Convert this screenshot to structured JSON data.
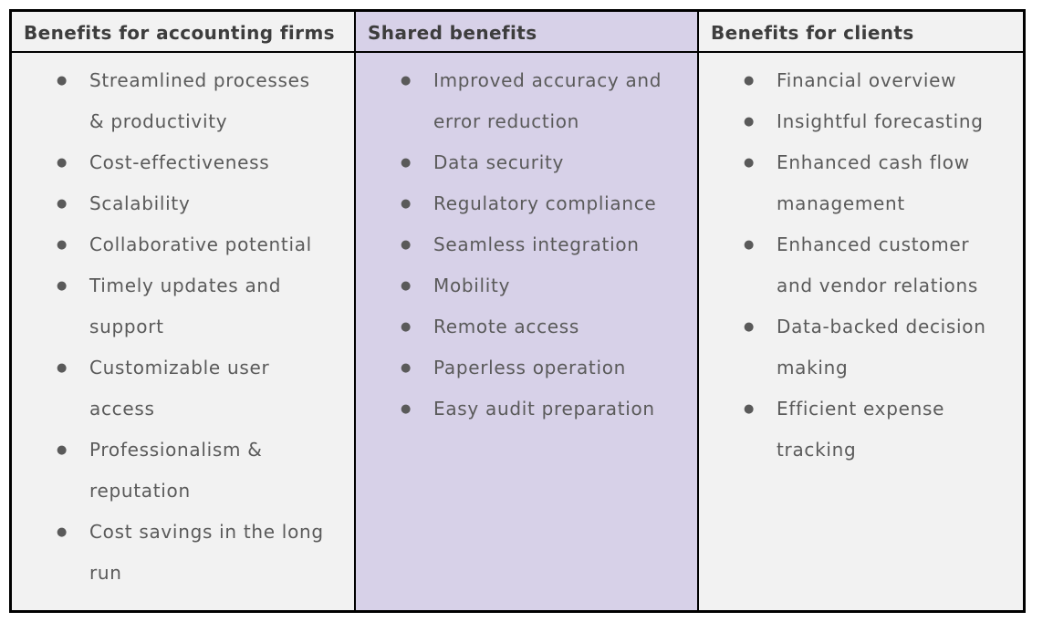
{
  "page": {
    "background": "#ffffff"
  },
  "icons": {
    "bullet": "●"
  },
  "table": {
    "colors": {
      "gray_bg": "#f2f2f2",
      "purple_bg": "#d7d1e8",
      "border": "#000000",
      "header_text": "#3d3d3d",
      "body_text": "#5a5a5a"
    },
    "columns": [
      {
        "id": "accounting-firms",
        "theme": "gray",
        "header": "Benefits for accounting firms",
        "items": [
          "Streamlined processes & productivity",
          "Cost-effectiveness",
          "Scalability",
          "Collaborative potential",
          "Timely updates and support",
          "Customizable user access",
          "Professionalism & reputation",
          "Cost savings in the long run"
        ]
      },
      {
        "id": "shared-benefits",
        "theme": "purple",
        "header": "Shared benefits",
        "items": [
          "Improved accuracy and error reduction",
          "Data security",
          "Regulatory compliance",
          "Seamless integration",
          "Mobility",
          "Remote access",
          "Paperless operation",
          "Easy audit preparation"
        ]
      },
      {
        "id": "clients",
        "theme": "gray",
        "header": "Benefits for clients",
        "items": [
          "Financial overview",
          "Insightful forecasting",
          "Enhanced cash flow management",
          "Enhanced customer and vendor relations",
          "Data-backed decision making",
          "Efficient expense tracking"
        ]
      }
    ]
  }
}
